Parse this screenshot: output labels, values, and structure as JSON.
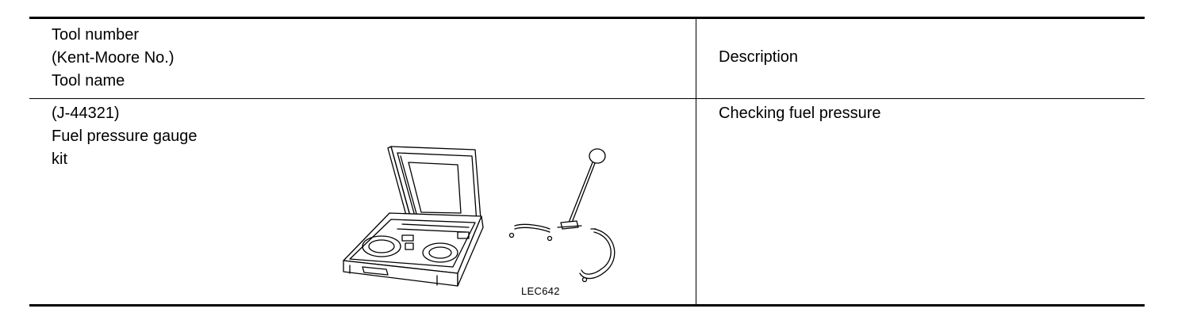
{
  "table": {
    "header": {
      "tool_lines": [
        "Tool number",
        "(Kent-Moore No.)",
        "Tool name"
      ],
      "description": "Description"
    },
    "rows": [
      {
        "tool_lines": [
          "(J-44321)",
          "Fuel pressure gauge",
          "kit"
        ],
        "description": "Checking fuel pressure",
        "figure_id": "LEC642"
      }
    ]
  },
  "icons": {
    "illustration": "fuel-pressure-gauge-kit-illustration"
  }
}
